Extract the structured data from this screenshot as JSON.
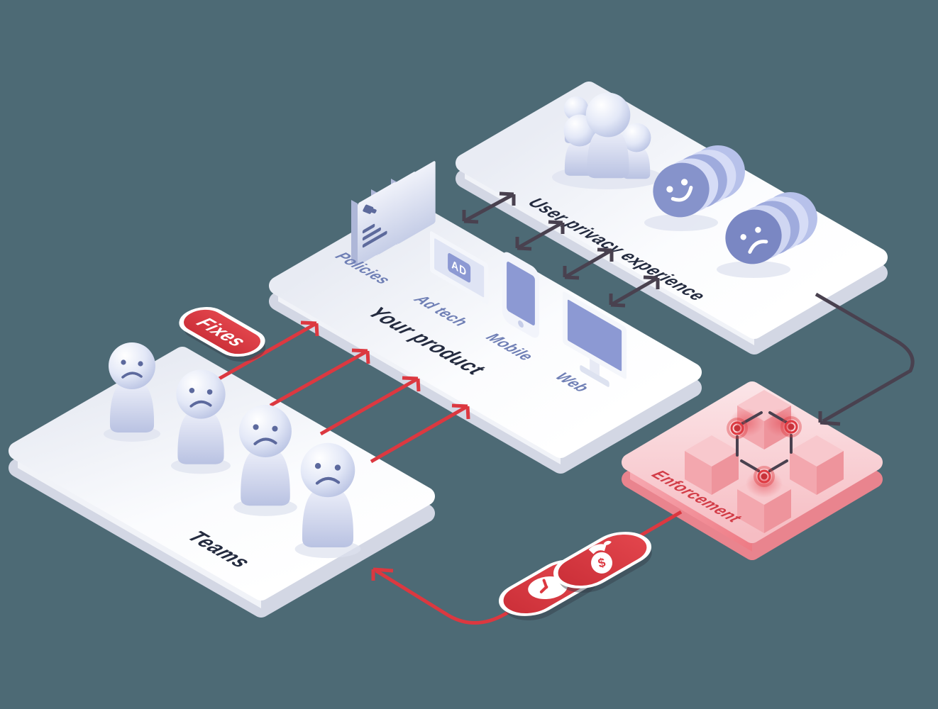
{
  "background_color": "#4D6A75",
  "palette": {
    "accent_red": "#DC3840",
    "dark_arrow": "#49414F",
    "label_dark": "#242B3F",
    "label_blue": "#6F7FB5",
    "enforcement_red": "#D23C47",
    "screen_blue": "#8C99D3",
    "platform_white": "#FFFFFF",
    "platform_pink": "#F6C0C6"
  },
  "platforms": {
    "teams": {
      "label": "Teams",
      "figure_count": 4,
      "mood": "sad"
    },
    "your_product": {
      "label": "Your product",
      "items": [
        {
          "label": "Policies"
        },
        {
          "label": "Ad tech",
          "screen_text": "AD"
        },
        {
          "label": "Mobile"
        },
        {
          "label": "Web"
        }
      ]
    },
    "user_privacy": {
      "label": "User privacy experience"
    },
    "enforcement": {
      "label": "Enforcement",
      "marker_count": 3
    }
  },
  "annotations": {
    "fixes_badge": "Fixes",
    "money_symbol": "$"
  },
  "flows": {
    "teams_to_product_arrows": 4,
    "product_privacy_double_arrows": 4,
    "privacy_to_enforcement": "dark elbow arrow",
    "enforcement_to_teams": "red path with money-bag and clock badges"
  }
}
